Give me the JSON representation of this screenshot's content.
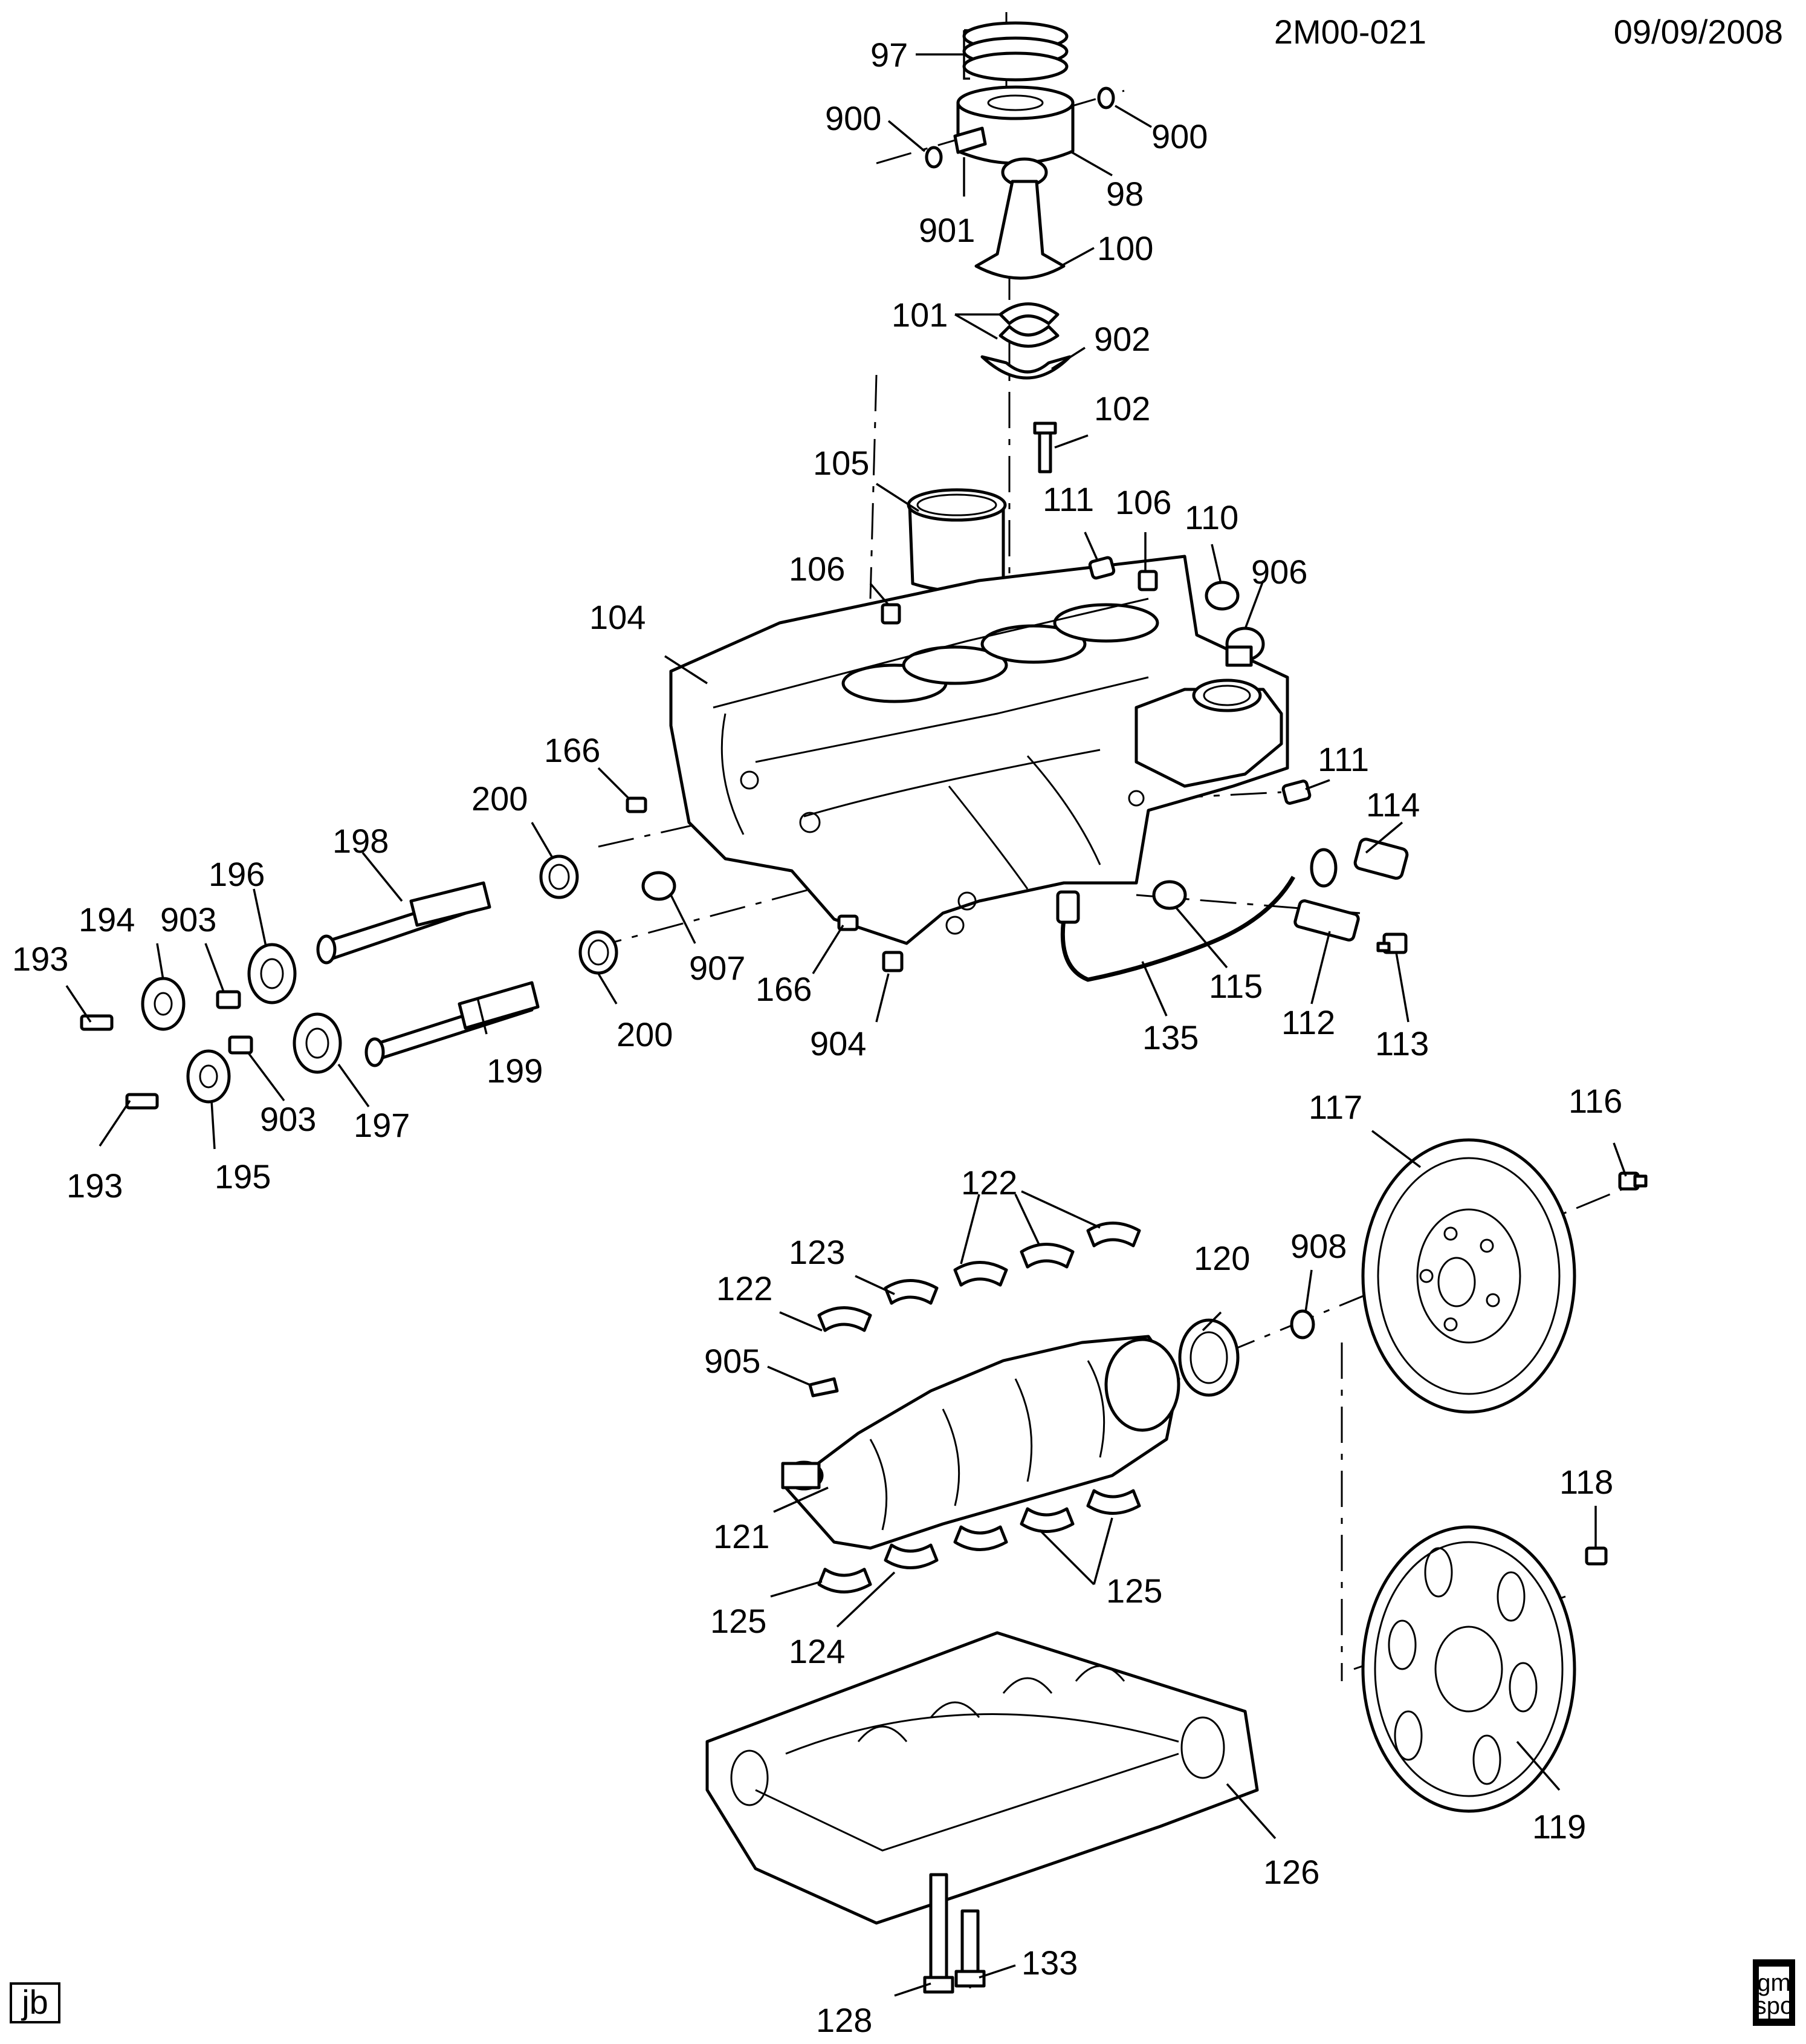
{
  "header": {
    "diagram_id": "2M00-021",
    "date": "09/09/2008"
  },
  "footer": {
    "author_initials": "jb",
    "logo_top": "gm",
    "logo_bottom": "spo"
  },
  "callouts": {
    "c97": "97",
    "c900a": "900",
    "c900b": "900",
    "c98": "98",
    "c901": "901",
    "c100": "100",
    "c101": "101",
    "c902": "902",
    "c102": "102",
    "c105": "105",
    "c111a": "111",
    "c106a": "106",
    "c110": "110",
    "c906": "906",
    "c106b": "106",
    "c104": "104",
    "c166a": "166",
    "c200a": "200",
    "c111b": "111",
    "c114": "114",
    "c198": "198",
    "c196": "196",
    "c194": "194",
    "c903a": "903",
    "c193a": "193",
    "c907": "907",
    "c166b": "166",
    "c115": "115",
    "c112": "112",
    "c113": "113",
    "c200b": "200",
    "c135": "135",
    "c904": "904",
    "c199": "199",
    "c903b": "903",
    "c197": "197",
    "c193b": "193",
    "c195": "195",
    "c117": "117",
    "c116": "116",
    "c122a": "122",
    "c123": "123",
    "c122b": "122",
    "c120": "120",
    "c908": "908",
    "c905": "905",
    "c121": "121",
    "c125a": "125",
    "c125b": "125",
    "c124": "124",
    "c118": "118",
    "c119": "119",
    "c126": "126",
    "c128": "128",
    "c133": "133"
  }
}
